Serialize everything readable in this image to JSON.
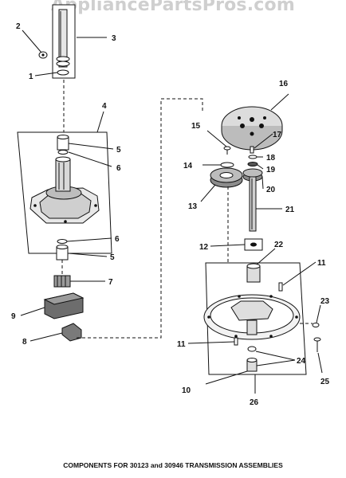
{
  "watermark": "AppliancePartsPros.com",
  "caption": "COMPONENTS FOR 30123 and 30946 TRANSMISSION ASSEMBLIES",
  "callouts": {
    "c1": "1",
    "c2": "2",
    "c3": "3",
    "c4": "4",
    "c5a": "5",
    "c6a": "6",
    "c6b": "6",
    "c5b": "5",
    "c7": "7",
    "c8": "8",
    "c9": "9",
    "c10": "10",
    "c11a": "11",
    "c11b": "11",
    "c12": "12",
    "c13": "13",
    "c14": "14",
    "c15": "15",
    "c16": "16",
    "c17": "17",
    "c18": "18",
    "c19": "19",
    "c20": "20",
    "c21": "21",
    "c22": "22",
    "c23": "23",
    "c24": "24",
    "c25": "25",
    "c26": "26"
  }
}
